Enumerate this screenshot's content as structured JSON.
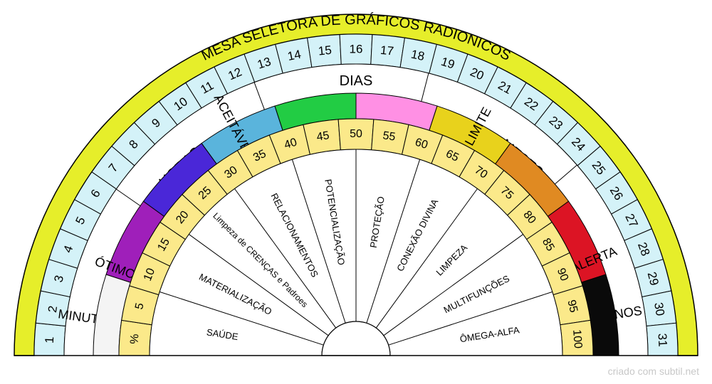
{
  "title": "MESA SELETORA DE GRÁFICOS RADIONICOS",
  "footer": "criado com subtil.net",
  "days": [
    "1",
    "2",
    "3",
    "4",
    "5",
    "6",
    "7",
    "8",
    "9",
    "10",
    "11",
    "12",
    "13",
    "14",
    "15",
    "16",
    "17",
    "18",
    "19",
    "20",
    "21",
    "22",
    "23",
    "24",
    "25",
    "26",
    "27",
    "28",
    "29",
    "30",
    "31"
  ],
  "time_labels": [
    "MINUTOS",
    "HORAS",
    "DIAS",
    "MESES",
    "ANOS"
  ],
  "color_band": [
    {
      "label": "",
      "color": "#f4f4f4"
    },
    {
      "label": "ÓTIMO",
      "color": "#9f1fba"
    },
    {
      "label": "",
      "color": "#4a27d8"
    },
    {
      "label": "ACEITÁVEL",
      "color": "#5ab4dc"
    },
    {
      "label": "",
      "color": "#22cc44"
    },
    {
      "label": "",
      "color": "#ff90e4"
    },
    {
      "label": "LIMITE",
      "color": "#e8d21c"
    },
    {
      "label": "",
      "color": "#e08a22"
    },
    {
      "label": "ALERTA",
      "color": "#dc1424"
    },
    {
      "label": "",
      "color": "#0a0a0a"
    }
  ],
  "percent_labels": [
    "%",
    "5",
    "10",
    "15",
    "20",
    "25",
    "30",
    "35",
    "40",
    "45",
    "50",
    "55",
    "60",
    "65",
    "70",
    "75",
    "80",
    "85",
    "90",
    "95",
    "100"
  ],
  "categories": [
    "SAÚDE",
    "MATERIALIZAÇÃO",
    "Limpeza de CRENÇAS e Padroes",
    "RELACIONAMENTOS",
    "POTENCIALIZAÇÃO",
    "PROTEÇÃO",
    "CONEXÃO DIVINA",
    "LIMPEZA",
    "MULTIFUNÇÕES",
    "ÔMEGA-ALFA"
  ],
  "colors": {
    "outer_ring": "#e6ee2a",
    "day_cells": "#d4f2f8",
    "percent_cells": "#fbe98a",
    "stroke": "#000000"
  }
}
